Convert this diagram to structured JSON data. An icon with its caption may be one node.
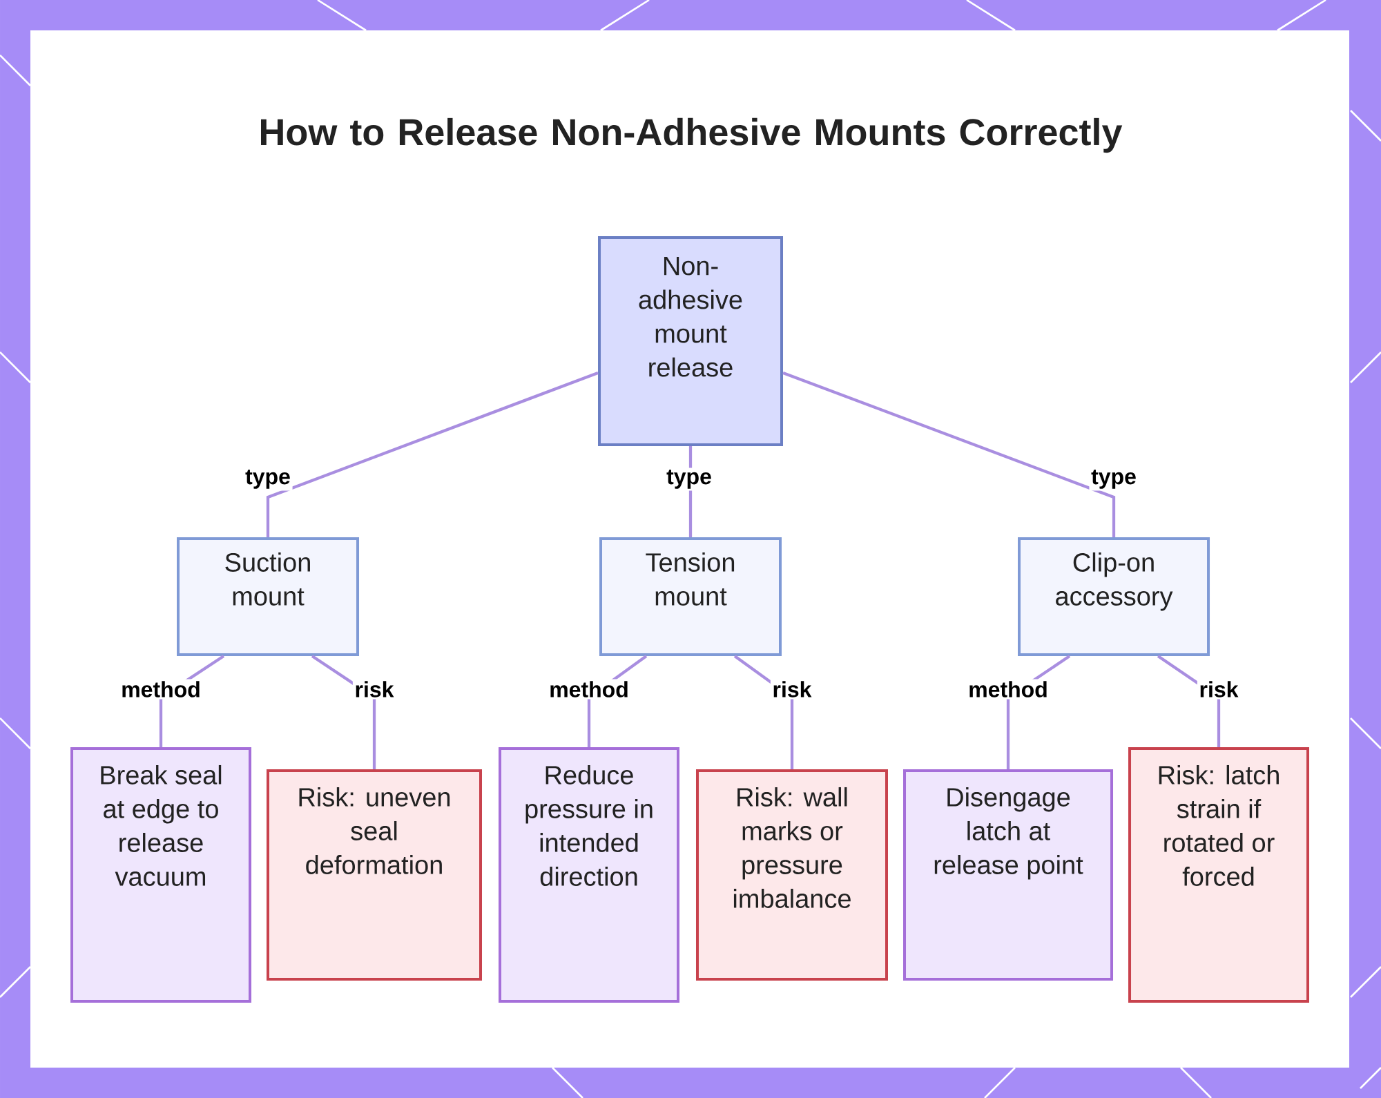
{
  "diagram": {
    "title": "How to Release Non-Adhesive Mounts Correctly",
    "nodes": [
      {
        "text": [
          "Non-adhesive mount release"
        ]
      },
      {
        "text": [
          "Suction mount"
        ]
      },
      {
        "text": [
          "Tension mount"
        ]
      },
      {
        "text": [
          "Clip-on accessory"
        ]
      },
      {
        "text": [
          "Break seal at edge to release vacuum"
        ]
      },
      {
        "text": [
          "Risk: uneven seal deformation"
        ]
      },
      {
        "text": [
          "Reduce pressure in intended direction"
        ]
      },
      {
        "text": [
          "Risk: wall marks or pressure imbalance"
        ]
      },
      {
        "text": [
          "Disengage latch at release point"
        ]
      },
      {
        "text": [
          "Risk: latch strain if rotated or forced"
        ]
      }
    ],
    "edges": [
      {
        "from": 0,
        "to": 1,
        "arrow": "none",
        "label": "type"
      },
      {
        "from": 0,
        "to": 2,
        "arrow": "none",
        "label": "type"
      },
      {
        "from": 0,
        "to": 3,
        "arrow": "none",
        "label": "type"
      },
      {
        "from": 1,
        "to": 4,
        "arrow": "none",
        "label": "method"
      },
      {
        "from": 1,
        "to": 5,
        "arrow": "none",
        "label": "risk"
      },
      {
        "from": 2,
        "to": 6,
        "arrow": "none",
        "label": "method"
      },
      {
        "from": 2,
        "to": 7,
        "arrow": "none",
        "label": "risk"
      },
      {
        "from": 3,
        "to": 8,
        "arrow": "none",
        "label": "method"
      },
      {
        "from": 3,
        "to": 9,
        "arrow": "none",
        "label": "risk"
      }
    ]
  }
}
